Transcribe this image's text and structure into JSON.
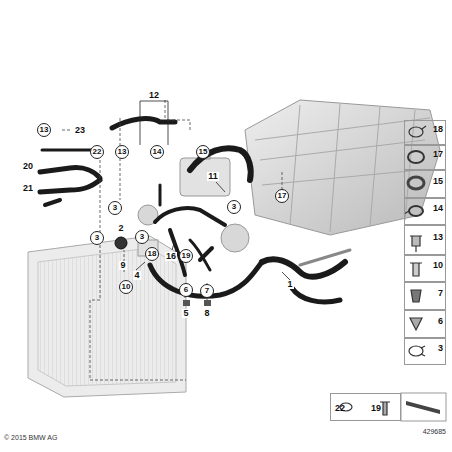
{
  "diagram": {
    "nodes": [
      {
        "text": [
          "18"
        ]
      },
      {
        "text": [
          "17"
        ]
      },
      {
        "text": [
          "15"
        ]
      },
      {
        "text": [
          "14"
        ]
      },
      {
        "text": [
          "13"
        ]
      },
      {
        "text": [
          "10"
        ]
      },
      {
        "text": [
          "7"
        ]
      },
      {
        "text": [
          "6"
        ]
      },
      {
        "text": [
          "3"
        ]
      },
      {
        "text": [
          "22",
          "19"
        ]
      }
    ],
    "labels": [
      "12",
      "13",
      "23",
      "22",
      "13",
      "14",
      "15",
      "11",
      "20",
      "21",
      "3",
      "3",
      "17",
      "2",
      "3",
      "3",
      "18",
      "16",
      "19",
      "9",
      "4",
      "10",
      "6",
      "7",
      "5",
      "8",
      "1",
      "© 2015 BMW AG",
      "429685"
    ]
  }
}
